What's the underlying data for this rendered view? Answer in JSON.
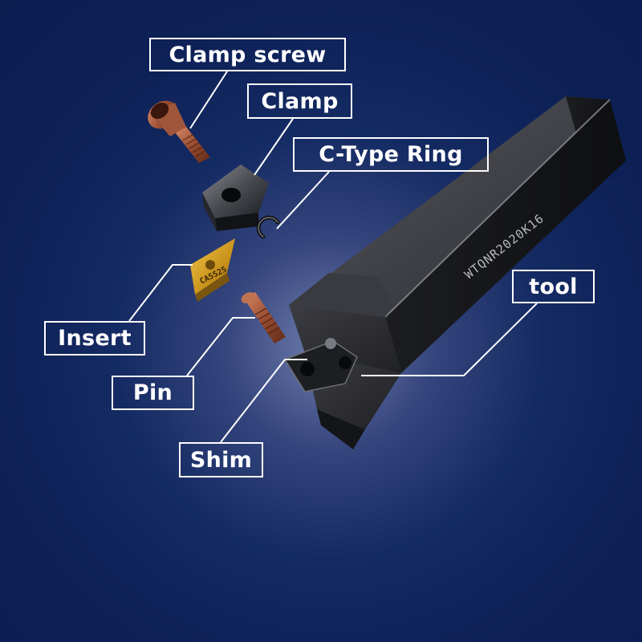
{
  "labels": {
    "clamp_screw": "Clamp screw",
    "clamp": "Clamp",
    "c_type_ring": "C-Type Ring",
    "tool": "tool",
    "insert": "Insert",
    "pin": "Pin",
    "shim": "Shim"
  },
  "engravings": {
    "holder_model": "WTQNR2020K16",
    "insert_grade": "CA5525"
  },
  "colors": {
    "background": "#0d2157",
    "label_border": "#ffffff",
    "label_text": "#ffffff",
    "holder_steel": "#2a2b2f",
    "insert_gold": "#d4a21a",
    "screw_copper": "#a85a3a"
  }
}
